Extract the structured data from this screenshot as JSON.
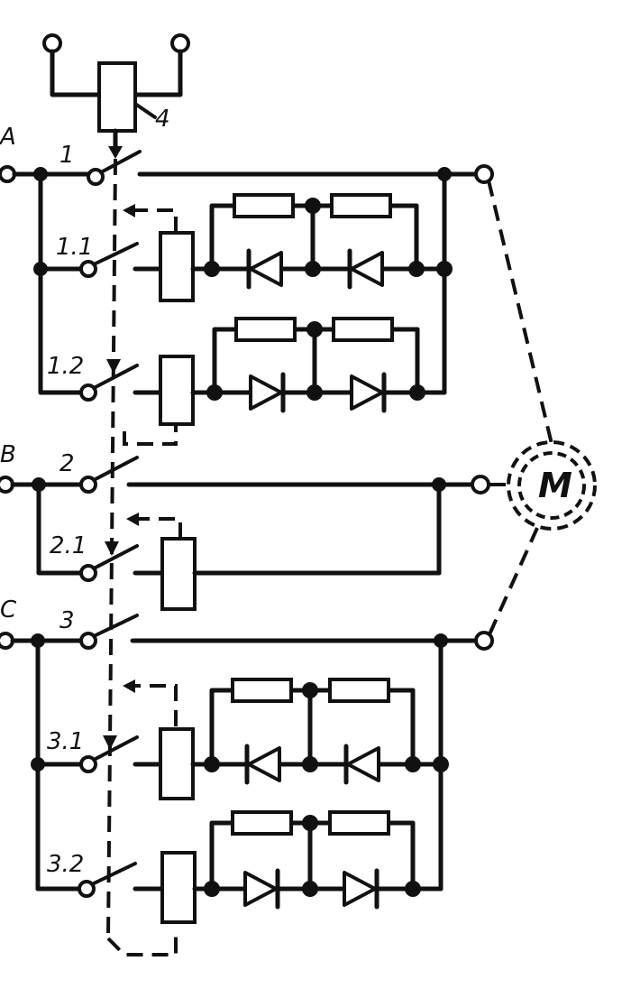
{
  "labels": {
    "phase_a": "A",
    "phase_b": "B",
    "phase_c": "C",
    "switch_1": "1",
    "switch_1_1": "1.1",
    "switch_1_2": "1.2",
    "switch_2": "2",
    "switch_2_1": "2.1",
    "switch_3": "3",
    "switch_3_1": "3.1",
    "switch_3_2": "3.2",
    "relay_4": "4",
    "motor": "M"
  },
  "colors": {
    "ink": "#111111",
    "paper": "#ffffff"
  }
}
